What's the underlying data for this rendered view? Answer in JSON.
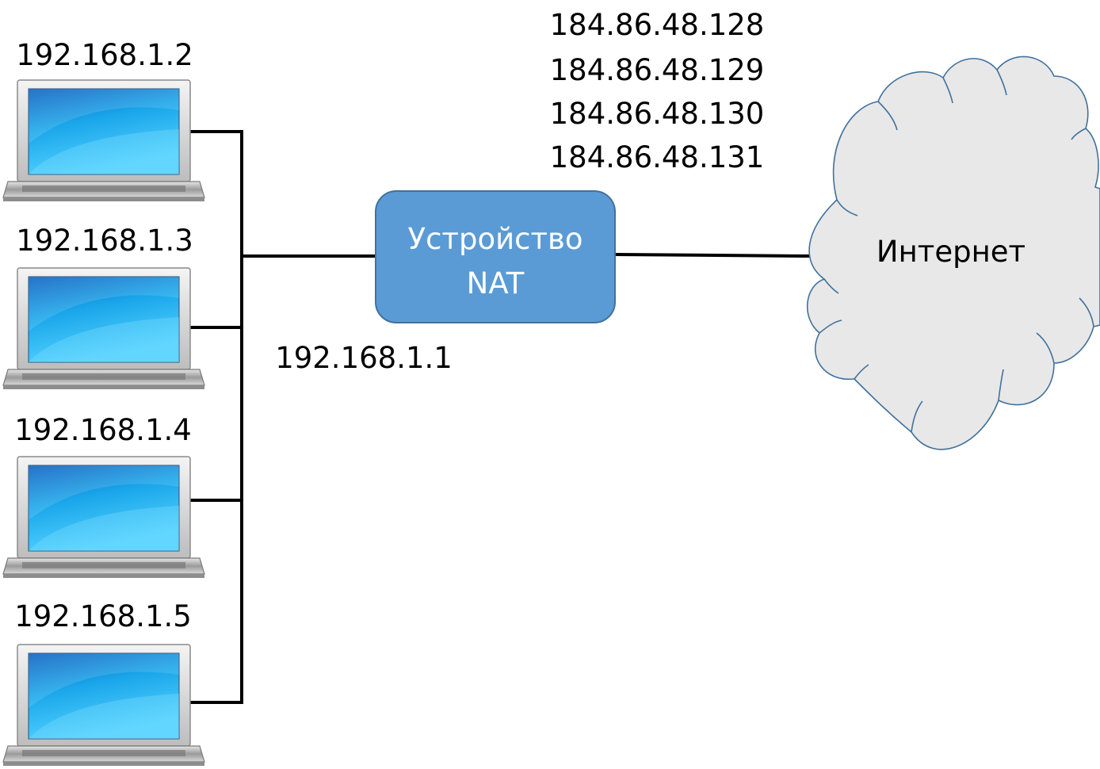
{
  "hosts": [
    {
      "ip": "192.168.1.2"
    },
    {
      "ip": "192.168.1.3"
    },
    {
      "ip": "192.168.1.4"
    },
    {
      "ip": "192.168.1.5"
    }
  ],
  "nat": {
    "line1": "Устройство",
    "line2": "NAT",
    "inside_ip": "192.168.1.1",
    "outside_ips": [
      "184.86.48.128",
      "184.86.48.129",
      "184.86.48.130",
      "184.86.48.131"
    ]
  },
  "internet": {
    "label": "Интернет"
  },
  "colors": {
    "nat_fill": "#5b9bd5",
    "nat_stroke": "#41719c",
    "cloud_fill": "#e8e8e8",
    "cloud_stroke": "#41719c",
    "wire": "#000000",
    "screen_light": "#5fd4ff",
    "screen_dark": "#1166c8"
  }
}
